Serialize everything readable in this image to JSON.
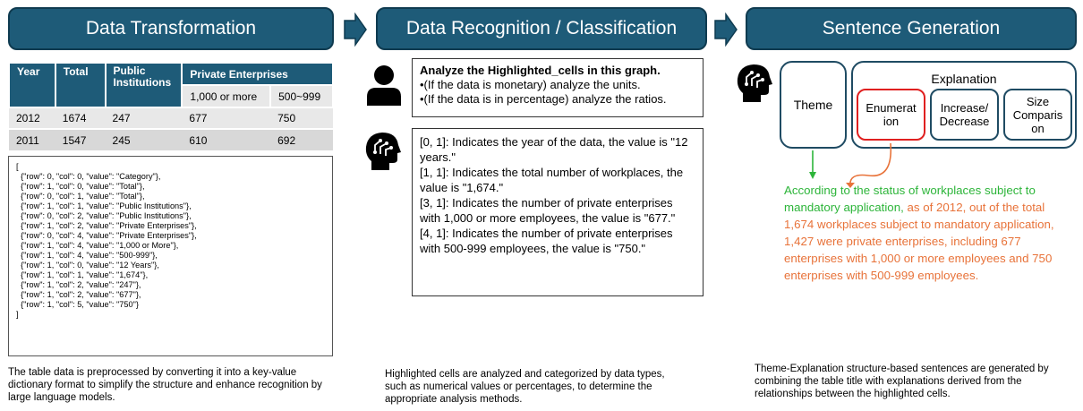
{
  "headers": {
    "transformation": "Data Transformation",
    "recognition": "Data Recognition / Classification",
    "generation": "Sentence Generation"
  },
  "table": {
    "col_year": "Year",
    "col_total": "Total",
    "col_public": "Public Institutions",
    "col_private": "Private Enterprises",
    "sub_1000": "1,000 or more",
    "sub_500": "500~999",
    "rows": [
      {
        "year": "2012",
        "total": "1674",
        "public": "247",
        "p1000": "677",
        "p500": "750"
      },
      {
        "year": "2011",
        "total": "1547",
        "public": "245",
        "p1000": "610",
        "p500": "692"
      }
    ]
  },
  "kv_text": "[\n  {\"row\": 0, \"col\": 0, \"value\": \"Category\"},\n  {\"row\": 1, \"col\": 0, \"value\": \"Total\"},\n  {\"row\": 0, \"col\": 1, \"value\": \"Total\"},\n  {\"row\": 1, \"col\": 1, \"value\": \"Public Institutions\"},\n  {\"row\": 0, \"col\": 2, \"value\": \"Public Institutions\"},\n  {\"row\": 1, \"col\": 2, \"value\": \"Private Enterprises\"},\n  {\"row\": 0, \"col\": 4, \"value\": \"Private Enterprises\"},\n  {\"row\": 1, \"col\": 4, \"value\": \"1,000 or More\"},\n  {\"row\": 1, \"col\": 4, \"value\": \"500-999\"},\n  {\"row\": 1, \"col\": 0, \"value\": \"12 Years\"},\n  {\"row\": 1, \"col\": 1, \"value\": \"1,674\"},\n  {\"row\": 1, \"col\": 2, \"value\": \"247\"},\n  {\"row\": 1, \"col\": 2, \"value\": \"677\"},\n  {\"row\": 1, \"col\": 5, \"value\": \"750\"}\n]",
  "captions": {
    "c1": "The table data is preprocessed by converting it into a key-value dictionary format to simplify the structure and enhance recognition by large language models.",
    "c2": "Highlighted cells are analyzed and categorized by data types, such as numerical values or percentages, to determine the appropriate analysis methods.",
    "c3": "Theme-Explanation structure-based sentences are generated by combining the table title with explanations derived from the relationships between the highlighted cells."
  },
  "prompt": {
    "title": "Analyze the Highlighted_cells in this graph.",
    "line1": "•(If the data is monetary) analyze the units.",
    "line2": "•(If the data is in percentage) analyze the ratios."
  },
  "response": [
    "[0, 1]: Indicates the year of the data, the value is \"12 years.\"",
    "[1, 1]: Indicates the total number of workplaces, the value is \"1,674.\"",
    "[3, 1]: Indicates the number of private enterprises with 1,000 or more employees, the value is \"677.\"",
    "[4, 1]: Indicates the number of private enterprises with 500-999 employees, the value is \"750.\""
  ],
  "generation": {
    "theme": "Theme",
    "explanation": "Explanation",
    "enumeration": "Enumerat ion",
    "increase": "Increase/ Decrease",
    "size": "Size Comparis on",
    "sentence_green": "According to the status of workplaces subject to mandatory application,",
    "sentence_orange": " as of 2012, out of the total 1,674 workplaces subject to mandatory application, 1,427 were private enterprises, including 677 enterprises with 1,000 or more employees and 750 enterprises with 500-999 employees."
  },
  "colors": {
    "banner": "#1e5b78",
    "green": "#2db53a",
    "orange": "#e8733a",
    "highlight_red": "#e02020"
  },
  "icons": [
    "person-icon",
    "ai-head-icon",
    "chevron-right-icon"
  ]
}
